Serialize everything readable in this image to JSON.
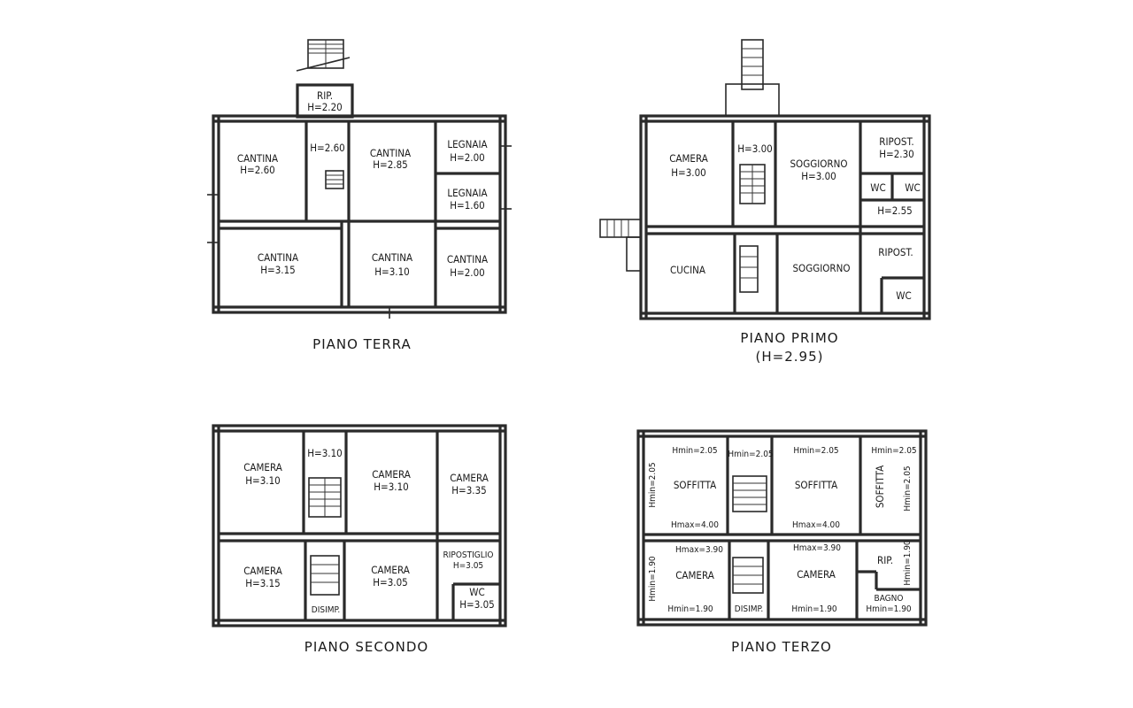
{
  "floors": {
    "terra": {
      "title": "PIANO TERRA",
      "rooms": [
        {
          "name": "RIP.",
          "h": "H=2.20"
        },
        {
          "name": "CANTINA",
          "h": "H=2.60"
        },
        {
          "name": "",
          "h": "H=2.60"
        },
        {
          "name": "CANTINA",
          "h": "H=2.85"
        },
        {
          "name": "LEGNAIA",
          "h": "H=2.00"
        },
        {
          "name": "LEGNAIA",
          "h": "H=1.60"
        },
        {
          "name": "CANTINA",
          "h": "H=3.15"
        },
        {
          "name": "CANTINA",
          "h": "H=3.10"
        },
        {
          "name": "CANTINA",
          "h": "H=2.00"
        }
      ]
    },
    "primo": {
      "title": "PIANO PRIMO",
      "subtitle": "(H=2.95)",
      "rooms": [
        {
          "name": "CAMERA",
          "h": "H=3.00"
        },
        {
          "name": "",
          "h": "H=3.00"
        },
        {
          "name": "SOGGIORNO",
          "h": "H=3.00"
        },
        {
          "name": "RIPOST.",
          "h": "H=2.30"
        },
        {
          "name": "WC",
          "h": ""
        },
        {
          "name": "WC",
          "h": ""
        },
        {
          "name": "",
          "h": "H=2.55"
        },
        {
          "name": "CUCINA",
          "h": ""
        },
        {
          "name": "SOGGIORNO",
          "h": ""
        },
        {
          "name": "RIPOST.",
          "h": ""
        },
        {
          "name": "WC",
          "h": ""
        }
      ]
    },
    "secondo": {
      "title": "PIANO SECONDO",
      "rooms": [
        {
          "name": "CAMERA",
          "h": "H=3.10"
        },
        {
          "name": "",
          "h": "H=3.10"
        },
        {
          "name": "CAMERA",
          "h": "H=3.10"
        },
        {
          "name": "CAMERA",
          "h": "H=3.35"
        },
        {
          "name": "CAMERA",
          "h": "H=3.15"
        },
        {
          "name": "DISIMP.",
          "h": ""
        },
        {
          "name": "CAMERA",
          "h": "H=3.05"
        },
        {
          "name": "RIPOSTIGLIO",
          "h": "H=3.05"
        },
        {
          "name": "WC",
          "h": "H=3.05"
        }
      ]
    },
    "terzo": {
      "title": "PIANO TERZO",
      "rooms": [
        {
          "name": "SOFFITTA",
          "h": "Hmin=2.05",
          "h2": "Hmax=4.00",
          "side": "Hmin=2.05"
        },
        {
          "name": "",
          "h": "Hmin=2.05"
        },
        {
          "name": "SOFFITTA",
          "h": "Hmin=2.05",
          "h2": "Hmax=4.00"
        },
        {
          "name": "SOFFITTA",
          "h": "Hmin=2.05",
          "side": "Hmin=2.05"
        },
        {
          "name": "CAMERA",
          "h": "Hmax=3.90",
          "h2": "Hmin=1.90",
          "side": "Hmin=1.90"
        },
        {
          "name": "DISIMP.",
          "h": ""
        },
        {
          "name": "CAMERA",
          "h": "Hmax=3.90",
          "h2": "Hmin=1.90"
        },
        {
          "name": "RIP.",
          "h": "",
          "side": "Hmin=1.90"
        },
        {
          "name": "BAGNO",
          "h": "Hmin=1.90"
        }
      ]
    }
  }
}
